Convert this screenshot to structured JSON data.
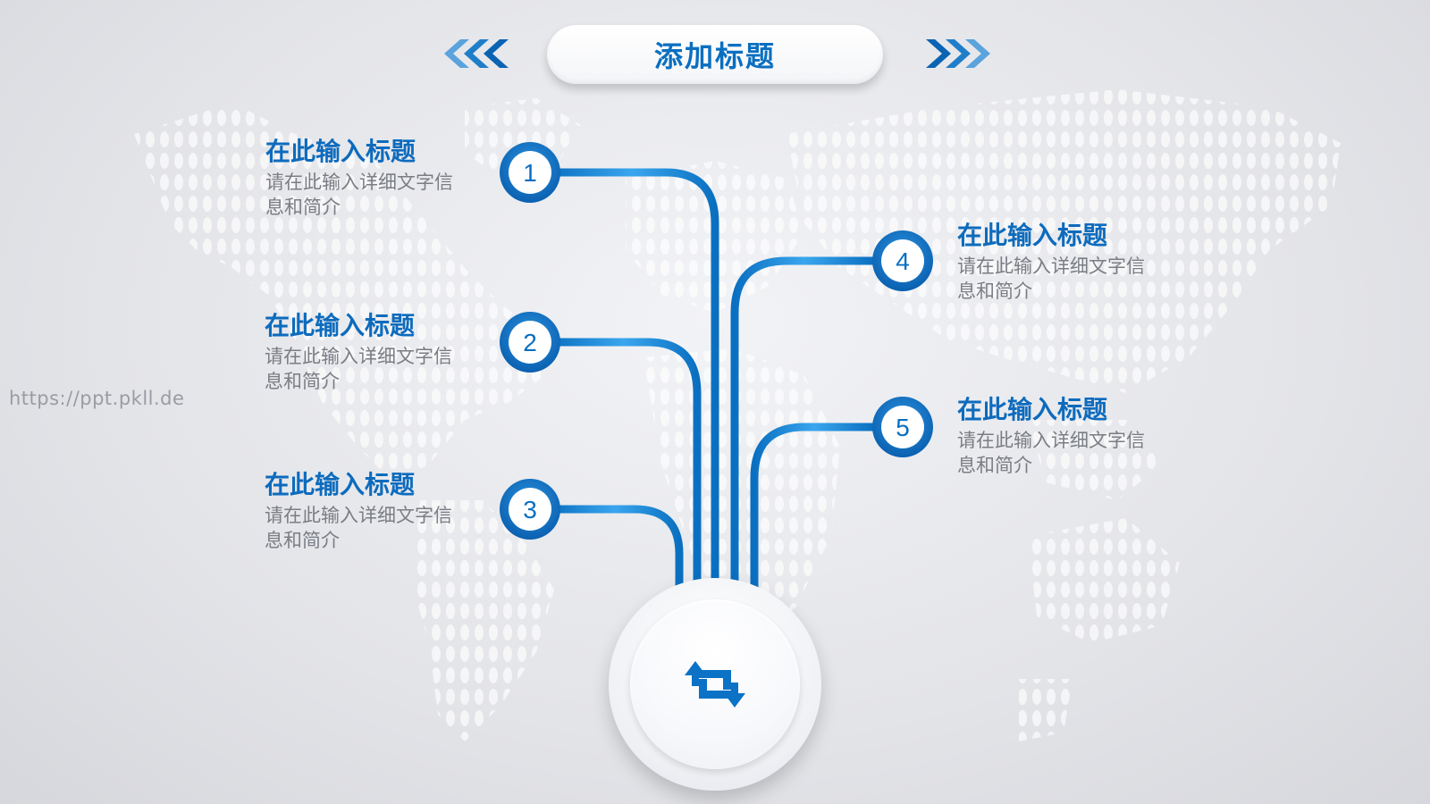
{
  "header": {
    "title": "添加标题"
  },
  "watermark": "https://ppt.pkll.de",
  "colors": {
    "accent": "#0a72c4",
    "accent_light": "#3aa2e8",
    "text_gray": "#7a7d84"
  },
  "items": [
    {
      "number": "1",
      "title": "在此输入标题",
      "desc_line1": "请在此输入详细文字信",
      "desc_line2": "息和简介"
    },
    {
      "number": "2",
      "title": "在此输入标题",
      "desc_line1": "请在此输入详细文字信",
      "desc_line2": "息和简介"
    },
    {
      "number": "3",
      "title": "在此输入标题",
      "desc_line1": "请在此输入详细文字信",
      "desc_line2": "息和简介"
    },
    {
      "number": "4",
      "title": "在此输入标题",
      "desc_line1": "请在此输入详细文字信",
      "desc_line2": "息和简介"
    },
    {
      "number": "5",
      "title": "在此输入标题",
      "desc_line1": "请在此输入详细文字信",
      "desc_line2": "息和简介"
    }
  ],
  "icons": {
    "left_chevrons": "triple-chevron-left-icon",
    "right_chevrons": "triple-chevron-right-icon",
    "center": "repeat-arrows-icon",
    "background": "dotted-world-map"
  }
}
